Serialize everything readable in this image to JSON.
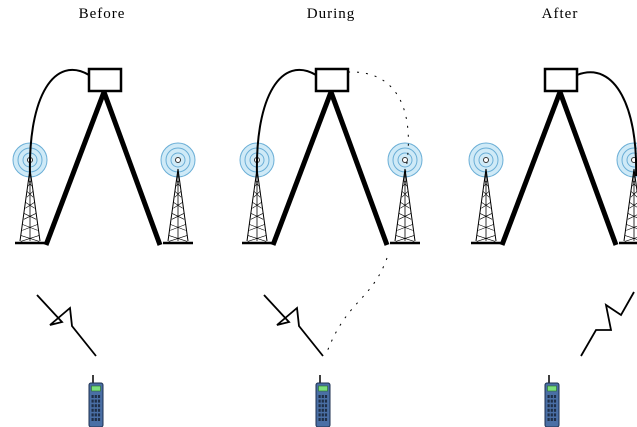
{
  "panels": [
    {
      "id": "before",
      "label": "Before",
      "active_link": "left",
      "dotted_link": false
    },
    {
      "id": "during",
      "label": "During",
      "active_link": "left",
      "dotted_link": true
    },
    {
      "id": "after",
      "label": "After",
      "active_link": "right",
      "dotted_link": false
    }
  ],
  "icons": {
    "tower": "cell-tower-icon",
    "controller": "base-station-controller-icon",
    "phone": "mobile-phone-icon",
    "radio_link": "lightning-link-icon"
  },
  "colors": {
    "stroke": "#000000",
    "antenna_fill": "#cfeaf7",
    "antenna_ring": "#6aaed6",
    "phone_body": "#4a6fa5",
    "phone_screen": "#7be07b"
  }
}
